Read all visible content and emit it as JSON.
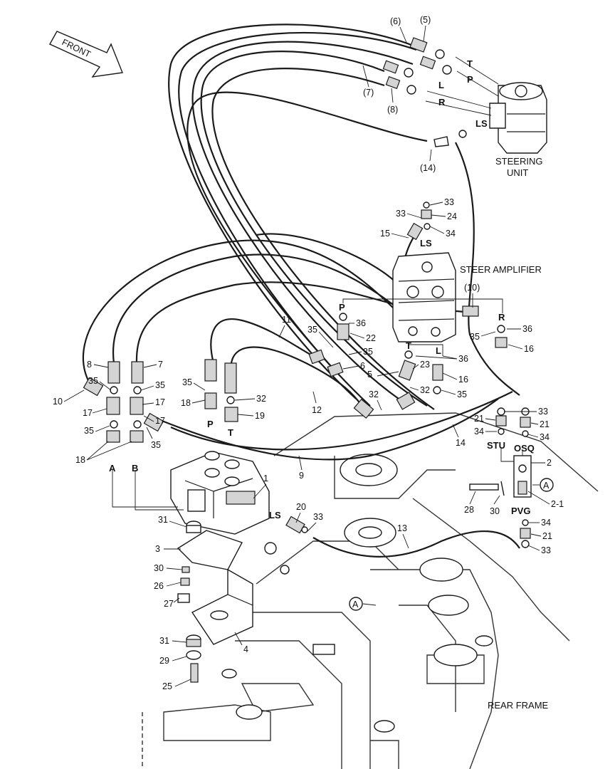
{
  "titles": {
    "front": "FRONT",
    "steering_unit_1": "STEERING",
    "steering_unit_2": "UNIT",
    "steer_amplifier": "STEER AMPLIFIER",
    "rear_frame": "REAR FRAME"
  },
  "ports": {
    "T": "T",
    "P": "P",
    "L": "L",
    "R": "R",
    "LS": "LS",
    "A": "A",
    "B": "B",
    "STU": "STU",
    "OSQ": "OSQ",
    "PVG": "PVG"
  },
  "view_ref": "A",
  "callouts": {
    "c1": "1",
    "c2": "2",
    "c2_1": "2-1",
    "c3": "3",
    "c4": "4",
    "c5": "5",
    "c6": "6",
    "c7": "7",
    "c8": "8",
    "c9": "9",
    "c10": "10",
    "c11": "11",
    "c12": "12",
    "c13": "13",
    "c14": "14",
    "c15": "15",
    "c16": "16",
    "c17": "17",
    "c18": "18",
    "c19": "19",
    "c20": "20",
    "c21": "21",
    "c22": "22",
    "c23": "23",
    "c24": "24",
    "c25": "25",
    "c26": "26",
    "c27": "27",
    "c28": "28",
    "c29": "29",
    "c30": "30",
    "c31": "31",
    "c32": "32",
    "c33": "33",
    "c34": "34",
    "c35": "35",
    "c36": "36",
    "p5": "(5)",
    "p6": "(6)",
    "p7": "(7)",
    "p8": "(8)",
    "p10": "(10)",
    "p14": "(14)"
  }
}
